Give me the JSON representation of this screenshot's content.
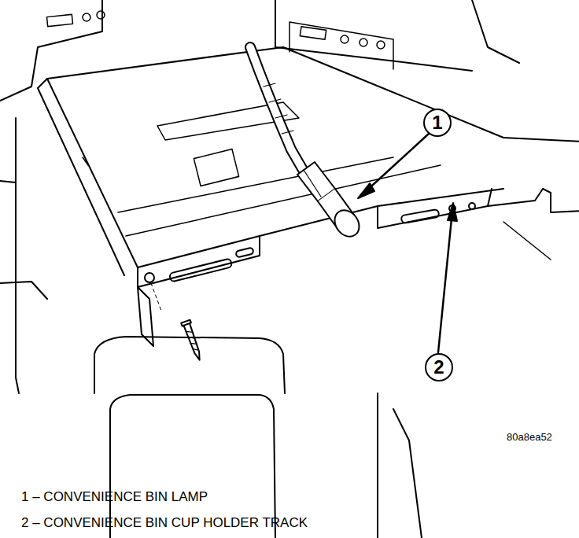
{
  "diagram": {
    "nodes": [
      {
        "text": [
          "1"
        ]
      },
      {
        "text": [
          "2"
        ]
      }
    ],
    "labels": [
      "80a8ea52",
      "1 – CONVENIENCE BIN LAMP",
      "2 – CONVENIENCE BIN CUP HOLDER TRACK"
    ]
  }
}
